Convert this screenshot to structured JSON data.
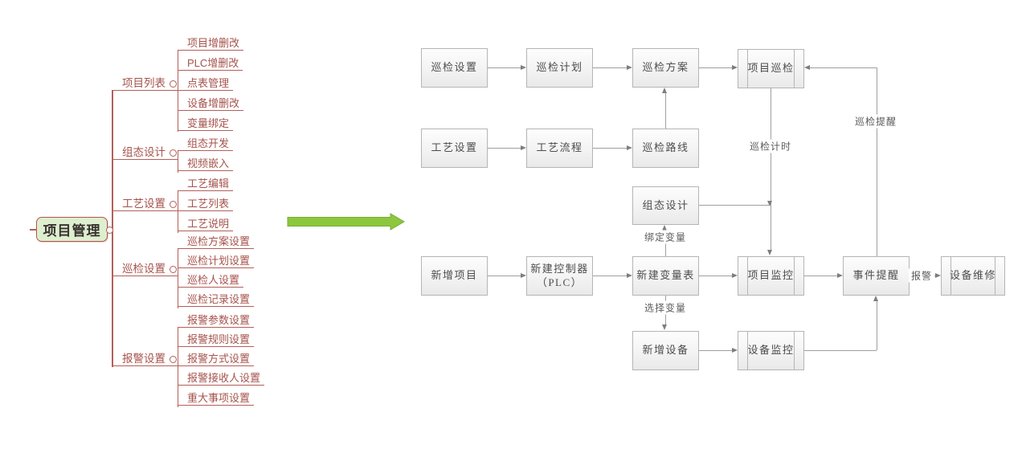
{
  "mindmap": {
    "root": "项目管理",
    "branches": [
      {
        "label": "项目列表",
        "children": [
          "项目增删改",
          "PLC增删改",
          "点表管理",
          "设备增删改",
          "变量绑定"
        ]
      },
      {
        "label": "组态设计",
        "children": [
          "组态开发",
          "视频嵌入"
        ]
      },
      {
        "label": "工艺设置",
        "children": [
          "工艺编辑",
          "工艺列表",
          "工艺说明"
        ]
      },
      {
        "label": "巡检设置",
        "children": [
          "巡检方案设置",
          "巡检计划设置",
          "巡检人设置",
          "巡检记录设置"
        ]
      },
      {
        "label": "报警设置",
        "children": [
          "报警参数设置",
          "报警规则设置",
          "报警方式设置",
          "报警接收人设置",
          "重大事项设置"
        ]
      }
    ]
  },
  "flowchart": {
    "nodes": {
      "insp_settings": "巡检设置",
      "insp_plan": "巡检计划",
      "insp_scheme": "巡检方案",
      "project_inspection": "项目巡检",
      "process_settings": "工艺设置",
      "process_flow": "工艺流程",
      "insp_route": "巡检路线",
      "config_design": "组态设计",
      "new_project": "新增项目",
      "new_controller_line1": "新建控制器",
      "new_controller_line2": "（PLC）",
      "new_var_table": "新建变量表",
      "project_monitor": "项目监控",
      "event_reminder": "事件提醒",
      "device_repair": "设备维修",
      "new_device": "新增设备",
      "device_monitor": "设备监控"
    },
    "edge_labels": {
      "inspection_timing": "巡检计时",
      "inspection_reminder": "巡检提醒",
      "bind_variable": "绑定变量",
      "select_variable": "选择变量",
      "alarm": "报警"
    }
  },
  "colors": {
    "mindmap_line": "#b2605a",
    "mindmap_text": "#a5534c",
    "root_fill": "#ddefcf",
    "root_border": "#b2564e",
    "flow_line": "#9f9f9f",
    "flow_box_border": "#b5b5b5",
    "green_arrow": "#8dc63f"
  }
}
